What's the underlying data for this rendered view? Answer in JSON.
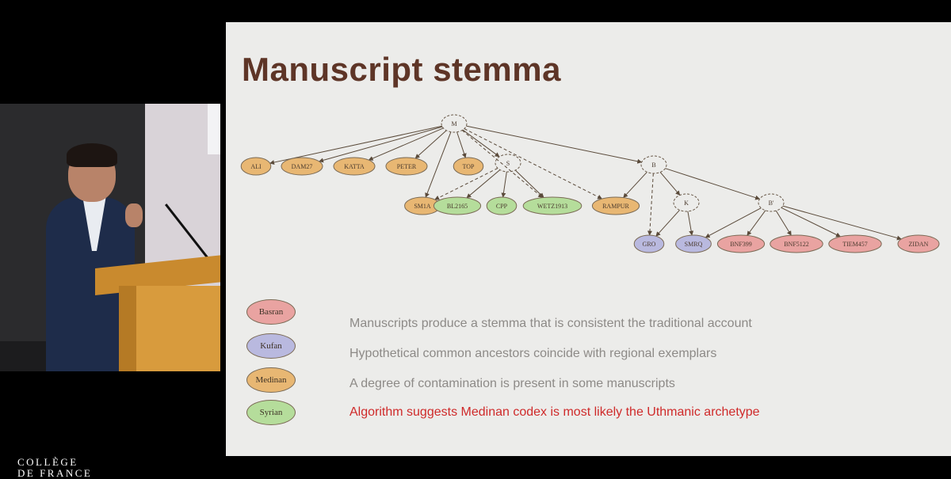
{
  "slide": {
    "title": "Manuscript stemma",
    "nodes": [
      {
        "id": "M",
        "label": "M",
        "group": "hypothetical"
      },
      {
        "id": "ALI",
        "label": "ALI",
        "group": "Medinan"
      },
      {
        "id": "DAM27",
        "label": "DAM27",
        "group": "Medinan"
      },
      {
        "id": "KATTA",
        "label": "KATTA",
        "group": "Medinan"
      },
      {
        "id": "PETER",
        "label": "PETER",
        "group": "Medinan"
      },
      {
        "id": "TOP",
        "label": "TOP",
        "group": "Medinan"
      },
      {
        "id": "S",
        "label": "S",
        "group": "hypothetical"
      },
      {
        "id": "SM1A",
        "label": "SM1A",
        "group": "Medinan"
      },
      {
        "id": "BL2165",
        "label": "BL2165",
        "group": "Syrian"
      },
      {
        "id": "CPP",
        "label": "CPP",
        "group": "Syrian"
      },
      {
        "id": "WETZ1913",
        "label": "WETZ1913",
        "group": "Syrian"
      },
      {
        "id": "RAMPUR",
        "label": "RAMPUR",
        "group": "Medinan"
      },
      {
        "id": "B",
        "label": "B",
        "group": "hypothetical"
      },
      {
        "id": "K",
        "label": "K",
        "group": "hypothetical"
      },
      {
        "id": "Bp",
        "label": "B'",
        "group": "hypothetical"
      },
      {
        "id": "GRO",
        "label": "GRO",
        "group": "Kufan"
      },
      {
        "id": "SMRQ",
        "label": "SMRQ",
        "group": "Kufan"
      },
      {
        "id": "BNF399",
        "label": "BNF399",
        "group": "Basran"
      },
      {
        "id": "BNF5122",
        "label": "BNF5122",
        "group": "Basran"
      },
      {
        "id": "TIEM457",
        "label": "TIEM457",
        "group": "Basran"
      },
      {
        "id": "ZIDAN",
        "label": "ZIDAN",
        "group": "Basran"
      }
    ],
    "edges": [
      {
        "from": "M",
        "to": "ALI",
        "style": "solid"
      },
      {
        "from": "M",
        "to": "DAM27",
        "style": "solid"
      },
      {
        "from": "M",
        "to": "KATTA",
        "style": "solid"
      },
      {
        "from": "M",
        "to": "PETER",
        "style": "solid"
      },
      {
        "from": "M",
        "to": "TOP",
        "style": "solid"
      },
      {
        "from": "M",
        "to": "SM1A",
        "style": "solid"
      },
      {
        "from": "M",
        "to": "S",
        "style": "solid"
      },
      {
        "from": "M",
        "to": "WETZ1913",
        "style": "dashed"
      },
      {
        "from": "M",
        "to": "RAMPUR",
        "style": "dashed"
      },
      {
        "from": "M",
        "to": "B",
        "style": "solid"
      },
      {
        "from": "S",
        "to": "SM1A",
        "style": "dashed"
      },
      {
        "from": "S",
        "to": "BL2165",
        "style": "solid"
      },
      {
        "from": "S",
        "to": "CPP",
        "style": "solid"
      },
      {
        "from": "S",
        "to": "WETZ1913",
        "style": "solid"
      },
      {
        "from": "B",
        "to": "RAMPUR",
        "style": "solid"
      },
      {
        "from": "B",
        "to": "K",
        "style": "solid"
      },
      {
        "from": "B",
        "to": "GRO",
        "style": "dashed"
      },
      {
        "from": "B",
        "to": "Bp",
        "style": "solid"
      },
      {
        "from": "K",
        "to": "GRO",
        "style": "solid"
      },
      {
        "from": "K",
        "to": "SMRQ",
        "style": "solid"
      },
      {
        "from": "Bp",
        "to": "SMRQ",
        "style": "solid"
      },
      {
        "from": "Bp",
        "to": "BNF399",
        "style": "solid"
      },
      {
        "from": "Bp",
        "to": "BNF5122",
        "style": "solid"
      },
      {
        "from": "Bp",
        "to": "TIEM457",
        "style": "solid"
      },
      {
        "from": "Bp",
        "to": "ZIDAN",
        "style": "solid"
      }
    ],
    "legend": [
      {
        "label": "Basran",
        "color": "#e9a3a1"
      },
      {
        "label": "Kufan",
        "color": "#b9b9df"
      },
      {
        "label": "Medinan",
        "color": "#e8b773"
      },
      {
        "label": "Syrian",
        "color": "#b5dd9b"
      }
    ],
    "points": [
      "Manuscripts produce a stemma that is consistent the traditional account",
      "Hypothetical common ancestors coincide with regional exemplars",
      "A degree of contamination is present in some manuscripts",
      "Algorithm suggests Medinan codex is most likely the Uthmanic archetype"
    ],
    "highlight_color": "#cf2a2a"
  },
  "logo": {
    "line1": "COLLÈGE",
    "line2": "DE FRANCE"
  }
}
